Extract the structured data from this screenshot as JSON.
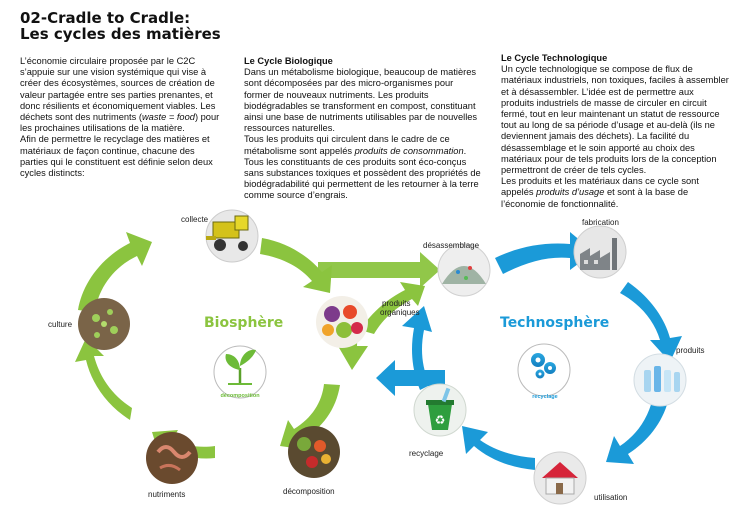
{
  "header": {
    "title_line1": "02-Cradle to Cradle:",
    "title_line2": "Les cycles des matières"
  },
  "intro": {
    "p1_a": "L’économie circulaire proposée par le C2C s’appuie sur une vision systémique qui vise à créer des écosystèmes, sources de création de valeur partagée entre ses parties prenantes, et donc résilients et économiquement viables. Les déchets sont des nutriments (",
    "p1_em": "waste = food",
    "p1_b": ") pour les prochaines utilisations de la matière.",
    "p2": "Afin de permettre le recyclage des matières et matériaux de façon continue, chacune des parties qui le constituent est définie selon deux cycles distincts:"
  },
  "bio": {
    "heading": "Le Cycle Biologique",
    "p1": "Dans un métabolisme biologique, beaucoup de matières sont décomposées par des micro-organismes pour former de nouveaux nutriments. Les produits biodégradables se transforment en compost, constituant ainsi une base de nutriments utilisables par de nouvelles ressources naturelles.",
    "p2_a": "Tous les produits qui circulent dans le cadre de ce métabolisme sont appelés ",
    "p2_em": "produits de consommation",
    "p2_b": ". Tous les constituants de ces produits sont éco-conçus sans substances toxiques et possèdent des propriétés de biodégradabilité qui permettent de les retourner à la terre comme source d’engrais."
  },
  "tech": {
    "heading": "Le Cycle Technologique",
    "p1": "Un cycle technologique se compose de flux de matériaux industriels, non toxiques, faciles à assembler et à désassembler. L’idée est de permettre aux produits industriels de masse de circuler en circuit fermé, tout en leur maintenant un statut de ressource tout au long de sa période d’usage et au-delà (ils ne deviennent jamais des déchets). La facilité du désassemblage et le soin apporté au choix des matériaux pour de tels produits lors de la conception permettront de créer de tels cycles.",
    "p2_a": "Les produits et les matériaux dans ce cycle sont appelés ",
    "p2_em": "produits d’usage",
    "p2_b": " et sont à la base de l’économie de fonctionnalité."
  },
  "diagram": {
    "biosphere": {
      "title": "Biosphère",
      "center_label": "décomposition",
      "stages": {
        "collecte": "collecte",
        "produits_organiques_1": "produits",
        "produits_organiques_2": "organiques",
        "decomposition": "décomposition",
        "nutriments": "nutriments",
        "culture": "culture"
      }
    },
    "technosphere": {
      "title": "Technosphère",
      "center_label": "recyclage",
      "stages": {
        "desassemblage": "désassemblage",
        "fabrication": "fabrication",
        "produits": "produits",
        "utilisation": "utilisation",
        "recyclage": "recyclage"
      }
    },
    "colors": {
      "green": "#8bc43f",
      "blue": "#1b9ad8",
      "green_title": "#8bc43f",
      "blue_title": "#1b9ad8"
    }
  }
}
